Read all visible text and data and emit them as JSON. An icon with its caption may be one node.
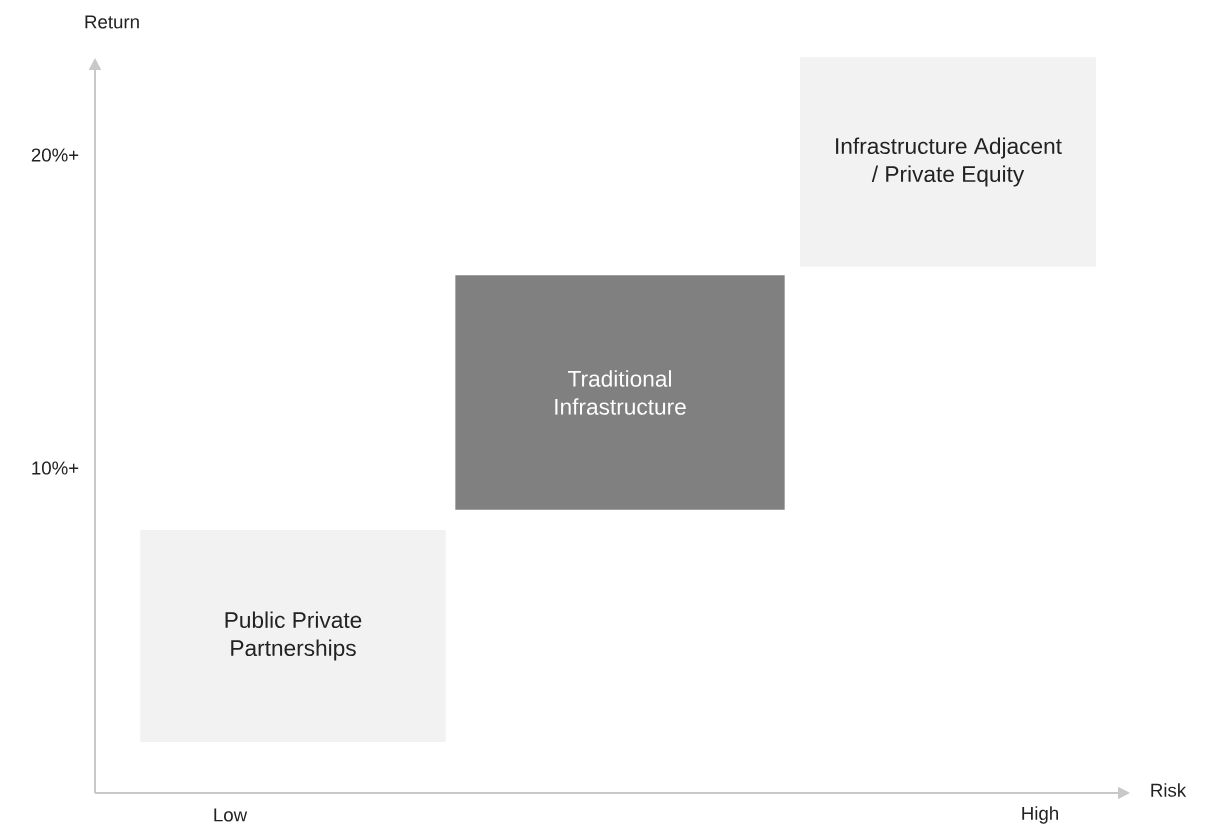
{
  "diagram": {
    "nodes": [
      {
        "text": [
          "Infrastructure Adjacent / Private Equity"
        ]
      },
      {
        "text": [
          "Traditional Infrastructure"
        ]
      },
      {
        "text": [
          "Public Private Partnerships"
        ]
      }
    ],
    "edges": [],
    "labels": [
      "Return",
      "20%+",
      "10%+",
      "Risk",
      "Low",
      "High"
    ]
  }
}
